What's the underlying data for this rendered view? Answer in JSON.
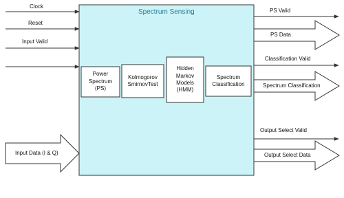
{
  "diagram": {
    "title": "Spectrum Sensing",
    "colors": {
      "main_fill": "#ccf4f8",
      "stroke": "#333333",
      "title": "#2a7a9a"
    },
    "blocks": [
      {
        "id": "ps",
        "label": "Power\nSpectrum\n(PS)"
      },
      {
        "id": "ks",
        "label": "Kolmogorov\nSmirnovTest"
      },
      {
        "id": "hmm",
        "label": "Hidden\nMarkov\nModels\n(HMM)"
      },
      {
        "id": "sc",
        "label": "Spectrum\nClassification"
      }
    ],
    "inputs": {
      "clock": "Clock",
      "reset": "Reset",
      "input_valid": "Input Valid",
      "input_data": "Input Data (I & Q)"
    },
    "outputs": {
      "ps_valid": "PS Valid",
      "ps_data": "PS Data",
      "classification_valid": "Classification Valid",
      "spectrum_classification": "Spectrum Classification",
      "output_select_valid": "Output Select Valid",
      "output_select_data": "Output Select Data"
    }
  }
}
